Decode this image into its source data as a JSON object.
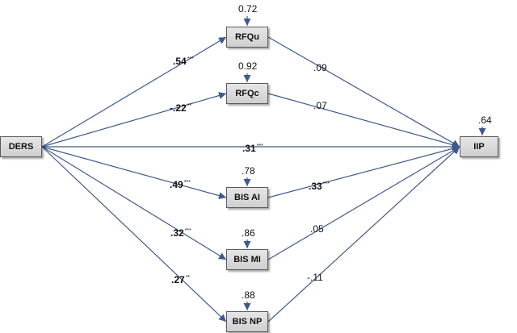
{
  "nodes": {
    "ders": "DERS",
    "rfqu": "RFQu",
    "rfqc": "RFQc",
    "bis_ai": "BIS AI",
    "bis_mi": "BIS MI",
    "bis_np": "BIS NP",
    "iip": "IIP"
  },
  "residuals": {
    "rfqu": "0.72",
    "rfqc": "0.92",
    "bis_ai": ".78",
    "bis_mi": ".86",
    "bis_np": ".88",
    "iip": ".64"
  },
  "paths": {
    "ders_rfqu": ".54",
    "ders_rfqu_sig": "***",
    "ders_rfqc": "-.22",
    "ders_rfqc_sig": "**",
    "ders_iip": ".31",
    "ders_iip_sig": "***",
    "ders_bis_ai": ".49",
    "ders_bis_ai_sig": "***",
    "ders_bis_mi": ".32",
    "ders_bis_mi_sig": "***",
    "ders_bis_np": ".27",
    "ders_bis_np_sig": "**",
    "rfqu_iip": ".09",
    "rfqc_iip": ".07",
    "bis_ai_iip": ".33",
    "bis_ai_iip_sig": "***",
    "bis_mi_iip": ".05",
    "bis_np_iip": "-.11"
  },
  "colors": {
    "arrow": "#3e5a8c"
  }
}
